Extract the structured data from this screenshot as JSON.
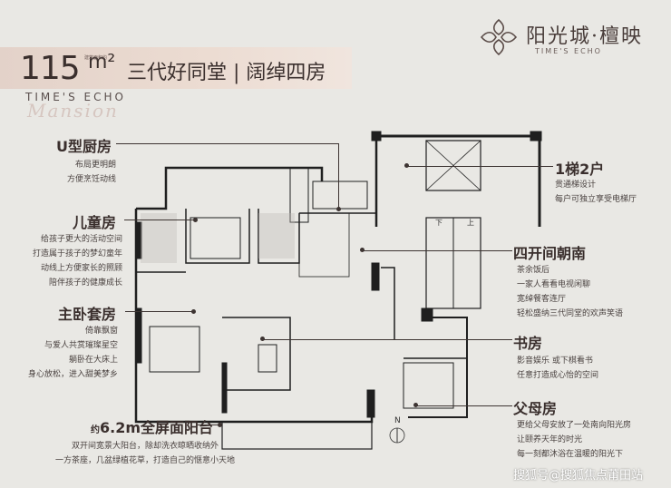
{
  "brand": {
    "name": "阳光城·檀映",
    "en": "TIME'S ECHO"
  },
  "header": {
    "area_number": "115",
    "area_unit": "m²",
    "area_tag": "建筑面积约",
    "headline": "三代好同堂 | 阔绰四房",
    "sub_en": "TIME'S ECHO",
    "sub_script": "Mansion"
  },
  "features": {
    "kitchen": {
      "title": "U型厨房",
      "lines": [
        "布局更明朗",
        "方便烹饪动线"
      ]
    },
    "children": {
      "title": "儿童房",
      "lines": [
        "给孩子更大的活动空间",
        "打造属于孩子的梦幻童年",
        "动线上方便家长的照顾",
        "陪伴孩子的健康成长"
      ]
    },
    "master": {
      "title": "主卧套房",
      "lines": [
        "倚靠飘窗",
        "与爱人共赏璀璨星空",
        "躺卧在大床上",
        "身心放松，进入甜美梦乡"
      ]
    },
    "balcony": {
      "title_prefix": "约",
      "title": "6.2m全屏面阳台",
      "lines": [
        "双开间宽景大阳台，除却洗衣晾晒收纳外",
        "一方茶座，几盆绿植花草，打造自己的惬意小天地"
      ]
    },
    "elevator": {
      "title": "1梯2户",
      "lines": [
        "贯通梯设计",
        "每户可独立享受电梯厅"
      ]
    },
    "south": {
      "title": "四开间朝南",
      "lines": [
        "茶余饭后",
        "一家人看看电视闲聊",
        "宽绰餐客连厅",
        "轻松盛纳三代同堂的欢声笑语"
      ]
    },
    "study": {
      "title": "书房",
      "lines": [
        "影音娱乐 或下棋看书",
        "任意打造成心怡的空间"
      ]
    },
    "parents": {
      "title": "父母房",
      "lines": [
        "更给父母安放了一处南向阳光房",
        "让颐养天年的时光",
        "每一刻都沐浴在温暖的阳光下"
      ]
    }
  },
  "plan": {
    "stair_down": "下",
    "stair_up": "上",
    "north": "N"
  },
  "watermark": "搜狐号@搜狐焦点莆田站"
}
